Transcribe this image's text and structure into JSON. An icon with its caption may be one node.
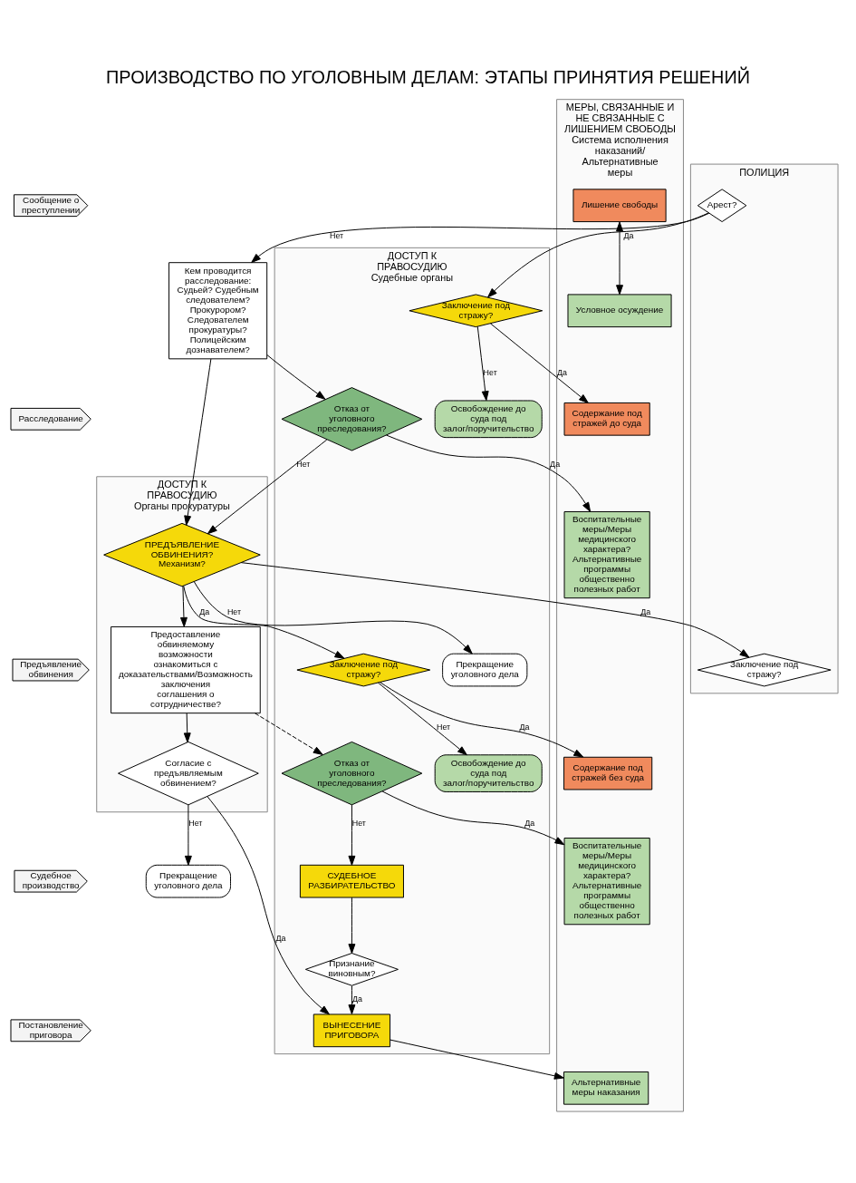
{
  "diagram": {
    "title": "ПРОИЗВОДСТВО ПО УГОЛОВНЫМ ДЕЛАМ: ЭТАПЫ ПРИНЯТИЯ РЕШЕНИЙ",
    "nodes": [
      {
        "text": [
          "Сообщение о преступлении"
        ]
      },
      {
        "text": [
          "Расследование"
        ]
      },
      {
        "text": [
          "Предъявление обвинения"
        ]
      },
      {
        "text": [
          "Судебное производство"
        ]
      },
      {
        "text": [
          "Постановление приговора"
        ]
      },
      {
        "text": [
          "МЕРЫ, СВЯЗАННЫЕ И НЕ СВЯЗАННЫЕ С ЛИШЕНИЕМ СВОБОДЫ",
          "Система исполнения наказаний/ Альтернативные меры"
        ]
      },
      {
        "text": [
          "ДОСТУП К ПРАВОСУДИЮ",
          "Судебные органы"
        ]
      },
      {
        "text": [
          "ДОСТУП К ПРАВОСУДИЮ",
          "Органы прокуратуры"
        ]
      },
      {
        "text": [
          "ПОЛИЦИЯ"
        ]
      },
      {
        "text": [
          "Содержание под стражей до суда"
        ],
        "in": 5
      },
      {
        "text": [
          "Воспитательные меры/Меры медицинского характера? Альтернативные программы общественно полезных работ"
        ],
        "in": 5
      },
      {
        "text": [
          "Содержание под стражей без суда"
        ],
        "in": 5
      },
      {
        "text": [
          "Воспитательные меры/Меры медицинского характера? Альтернативные программы общественно полезных работ"
        ],
        "in": 5
      },
      {
        "text": [
          "Альтернативные меры наказания"
        ],
        "in": 5
      },
      {
        "text": [
          "Лишение свободы"
        ],
        "in": 5
      },
      {
        "text": [
          "Условное осуждение"
        ],
        "in": 5
      },
      {
        "text": [
          "Заключение под стражу?"
        ],
        "in": 6
      },
      {
        "text": [
          "Освобождение до суда под залог/поручительство"
        ],
        "in": 6
      },
      {
        "text": [
          "Отказ от уголовного преследования?"
        ],
        "in": 6
      },
      {
        "text": [
          "Прекращение уголовного дела"
        ],
        "in": 6
      },
      {
        "text": [
          "Заключение под стражу?"
        ],
        "in": 6
      },
      {
        "text": [
          "Освобождение до суда под залог/поручительство"
        ],
        "in": 6
      },
      {
        "text": [
          "Отказ от уголовного преследования?"
        ],
        "in": 6
      },
      {
        "text": [
          "СУДЕБНОЕ РАЗБИРАТЕЛЬСТВО"
        ],
        "in": 6
      },
      {
        "text": [
          "Признание виновным?"
        ],
        "in": 6
      },
      {
        "text": [
          "ВЫНЕСЕНИЕ ПРИГОВОРА"
        ],
        "in": 6
      },
      {
        "text": [
          "Кем проводится расследование:",
          "Судьей? Судебным следователем?",
          "Прокурором? Следователем прокуратуры?",
          "Полицейским дознавателем?"
        ]
      },
      {
        "text": [
          "ПРЕДЪЯВЛЕНИЕ ОБВИНЕНИЯ? Механизм?"
        ],
        "in": 7
      },
      {
        "text": [
          "Предоставление обвиняемому возможности ознакомиться с доказательствами/Возможность заключения соглашения о сотрудничестве?"
        ],
        "in": 7
      },
      {
        "text": [
          "Согласие с предъявляемым обвинением?"
        ],
        "in": 7
      },
      {
        "text": [
          "Прекращение уголовного дела"
        ]
      },
      {
        "text": [
          "Арест?"
        ],
        "in": 8
      },
      {
        "text": [
          "Заключение под стражу?"
        ],
        "in": 8
      }
    ],
    "edges": [
      {
        "from": 31,
        "to": 16,
        "arrow": "to",
        "label": "Да"
      },
      {
        "from": 16,
        "to": 9,
        "arrow": "to",
        "label": "Да"
      },
      {
        "from": 16,
        "to": 17,
        "arrow": "to",
        "label": "Нет"
      },
      {
        "from": 31,
        "to": 26,
        "arrow": "to",
        "label": "Нет"
      },
      {
        "from": 26,
        "to": 18,
        "arrow": "to"
      },
      {
        "from": 18,
        "to": 10,
        "arrow": "to",
        "label": "Да"
      },
      {
        "from": 18,
        "to": 27,
        "arrow": "to",
        "label": "Нет"
      },
      {
        "from": 26,
        "to": 27,
        "arrow": "to"
      },
      {
        "from": 27,
        "to": 19,
        "arrow": "to",
        "label": "Нет"
      },
      {
        "from": 27,
        "to": 32,
        "arrow": "to",
        "label": "Да"
      },
      {
        "from": 27,
        "to": 20,
        "arrow": "to",
        "label": "Да"
      },
      {
        "from": 27,
        "to": 28,
        "arrow": "to"
      },
      {
        "from": 20,
        "to": 21,
        "arrow": "to",
        "label": "Нет"
      },
      {
        "from": 20,
        "to": 11,
        "arrow": "to",
        "label": "Да"
      },
      {
        "from": 28,
        "to": 22,
        "arrow": "to",
        "style": "dashed"
      },
      {
        "from": 22,
        "to": 12,
        "arrow": "to",
        "label": "Да"
      },
      {
        "from": 22,
        "to": 23,
        "arrow": "to",
        "label": "Нет"
      },
      {
        "from": 28,
        "to": 29,
        "arrow": "to"
      },
      {
        "from": 29,
        "to": 30,
        "arrow": "to",
        "label": "Нет"
      },
      {
        "from": 29,
        "to": 25,
        "arrow": "to",
        "label": "Да"
      },
      {
        "from": 23,
        "to": 24,
        "arrow": "to"
      },
      {
        "from": 24,
        "to": 25,
        "arrow": "to",
        "label": "Да"
      },
      {
        "from": 25,
        "to": 13,
        "arrow": "to"
      },
      {
        "from": 14,
        "to": 15,
        "arrow": "both"
      }
    ]
  }
}
